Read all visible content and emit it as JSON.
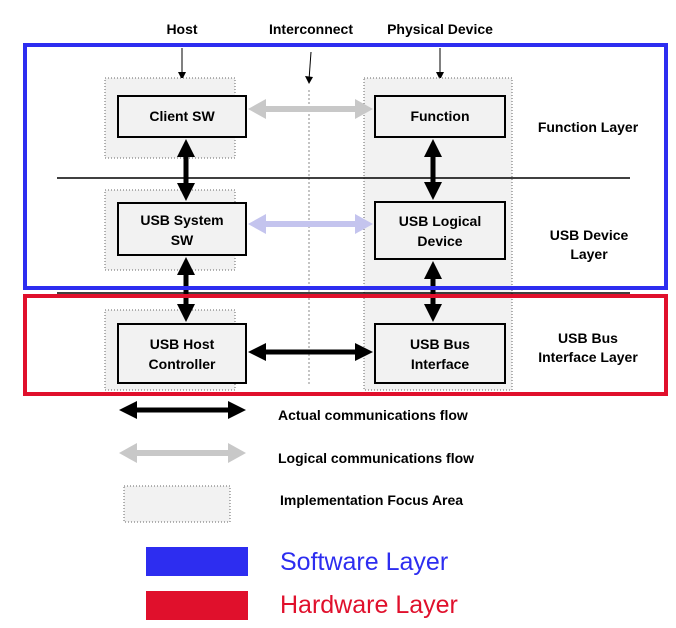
{
  "headers": {
    "host": "Host",
    "interconnect": "Interconnect",
    "physical_device": "Physical Device"
  },
  "nodes": {
    "client_sw": "Client SW",
    "function": "Function",
    "usb_system_sw_line1": "USB System",
    "usb_system_sw_line2": "SW",
    "usb_logical_device_line1": "USB Logical",
    "usb_logical_device_line2": "Device",
    "usb_host_controller_line1": "USB Host",
    "usb_host_controller_line2": "Controller",
    "usb_bus_interface_line1": "USB Bus",
    "usb_bus_interface_line2": "Interface"
  },
  "layers": {
    "function_layer": "Function Layer",
    "usb_device_layer_line1": "USB Device",
    "usb_device_layer_line2": "Layer",
    "usb_bus_interface_layer_line1": "USB Bus",
    "usb_bus_interface_layer_line2": "Interface Layer"
  },
  "legend": {
    "actual_flow": "Actual communications flow",
    "logical_flow": "Logical communications flow",
    "focus_area": "Implementation Focus Area"
  },
  "color_legend": {
    "software": "Software Layer",
    "hardware": "Hardware Layer",
    "software_color": "#2d2df0",
    "hardware_color": "#e0102c"
  },
  "colors": {
    "actual_arrow": "#000000",
    "logical_arrow_gray": "#c8c8c8",
    "logical_arrow_lavender": "#c4c4ee",
    "focus_fill": "#f2f2f2"
  }
}
